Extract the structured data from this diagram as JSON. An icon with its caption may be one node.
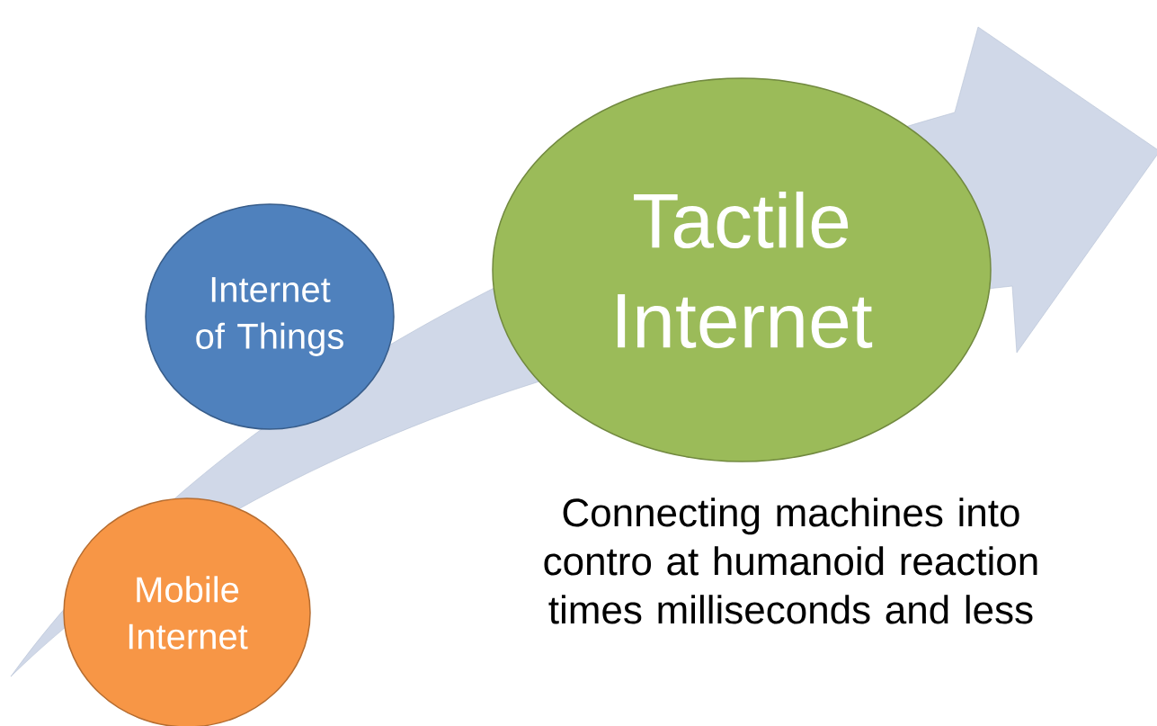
{
  "diagram": {
    "nodes": [
      {
        "text": [
          "Internet of Things"
        ]
      },
      {
        "text": [
          "Tactile Internet"
        ]
      },
      {
        "text": [
          "Mobile Internet"
        ]
      }
    ],
    "labels": [
      "Connecting machines into contro at humanoid reaction times milliseconds and less"
    ]
  }
}
